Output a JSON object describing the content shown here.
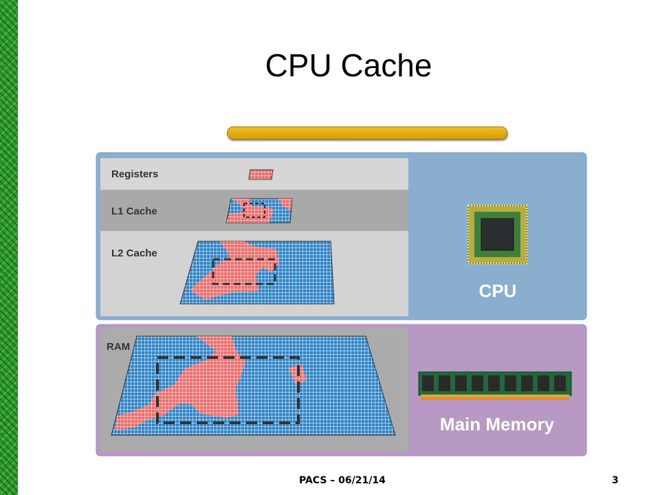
{
  "slide": {
    "title": "CPU Cache",
    "footer": "PACS – 06/21/14",
    "page_number": "3"
  },
  "diagram": {
    "levels": [
      {
        "label": "Registers"
      },
      {
        "label": "L1 Cache"
      },
      {
        "label": "L2 Cache"
      },
      {
        "label": "RAM"
      }
    ],
    "cpu_label": "CPU",
    "memory_label": "Main Memory",
    "colors": {
      "cpu_panel": "#8aaecd",
      "memory_panel": "#b899c4",
      "grid_blue": "#2e84c6",
      "grid_red": "#ee6d6d",
      "accent_bar": "#e3a70b",
      "side_bar": "#2f9a2f"
    },
    "icons": [
      "cpu-chip-icon",
      "memory-module-icon"
    ]
  }
}
